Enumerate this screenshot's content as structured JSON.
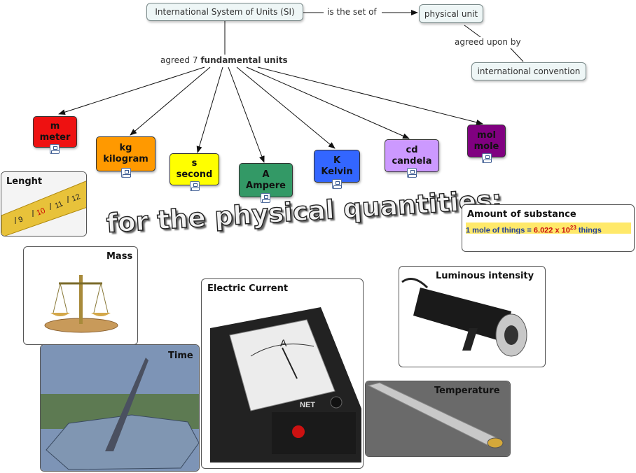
{
  "concepts": {
    "si": "International System of Units (SI)",
    "physical_unit": "physical unit",
    "intl_convention": "international convention"
  },
  "links": {
    "is_set_of": "is the set of",
    "agreed_upon_by": "agreed upon by",
    "agreed_prefix": "agreed 7",
    "fundamental": "fundamental units"
  },
  "units": [
    {
      "symbol": "m",
      "name": "meter",
      "color": "#ee1111"
    },
    {
      "symbol": "kg",
      "name": "kilogram",
      "color": "#ff9900"
    },
    {
      "symbol": "s",
      "name": "second",
      "color": "#ffff00"
    },
    {
      "symbol": "A",
      "name": "Ampere",
      "color": "#339966"
    },
    {
      "symbol": "K",
      "name": "Kelvin",
      "color": "#3366ff"
    },
    {
      "symbol": "cd",
      "name": "candela",
      "color": "#cc99ff"
    },
    {
      "symbol": "mol",
      "name": "mole",
      "color": "#800080"
    }
  ],
  "banner": "for the physical quantities:",
  "quantities": {
    "length": "Lenght",
    "mass": "Mass",
    "time": "Time",
    "current": "Electric Current",
    "luminous": "Luminous intensity",
    "temperature": "Temperature",
    "amount": "Amount of substance"
  },
  "mole_strip": {
    "lead": "1 mole of things =",
    "number": "6.022 x 10",
    "exponent": "23",
    "tail": "things"
  },
  "ruler_labels": [
    "9",
    "10",
    "11",
    "12"
  ],
  "meter_label": "A",
  "meter_brand": "NET"
}
